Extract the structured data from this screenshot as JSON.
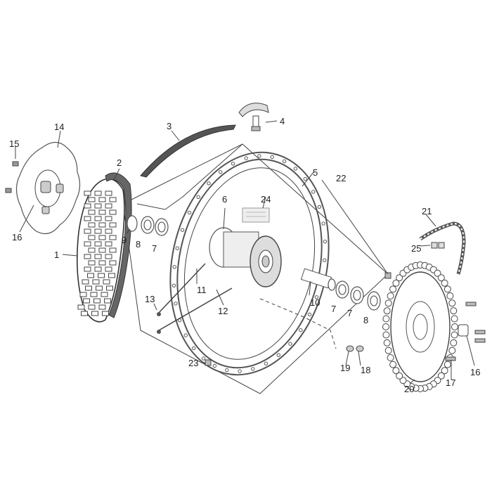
{
  "diagram": {
    "callouts": [
      {
        "id": "c1",
        "text": "1"
      },
      {
        "id": "c2",
        "text": "2"
      },
      {
        "id": "c3",
        "text": "3"
      },
      {
        "id": "c4",
        "text": "4"
      },
      {
        "id": "c5",
        "text": "5"
      },
      {
        "id": "c6",
        "text": "6"
      },
      {
        "id": "c7a",
        "text": "7"
      },
      {
        "id": "c7b",
        "text": "7"
      },
      {
        "id": "c7c",
        "text": "7"
      },
      {
        "id": "c8a",
        "text": "8"
      },
      {
        "id": "c8b",
        "text": "8"
      },
      {
        "id": "c9",
        "text": "9"
      },
      {
        "id": "c10",
        "text": "10"
      },
      {
        "id": "c11",
        "text": "11"
      },
      {
        "id": "c12",
        "text": "12"
      },
      {
        "id": "c13",
        "text": "13"
      },
      {
        "id": "c14",
        "text": "14"
      },
      {
        "id": "c15",
        "text": "15"
      },
      {
        "id": "c16a",
        "text": "16"
      },
      {
        "id": "c16b",
        "text": "16"
      },
      {
        "id": "c17",
        "text": "17"
      },
      {
        "id": "c18",
        "text": "18"
      },
      {
        "id": "c19",
        "text": "19"
      },
      {
        "id": "c20",
        "text": "20"
      },
      {
        "id": "c21",
        "text": "21"
      },
      {
        "id": "c22",
        "text": "22"
      },
      {
        "id": "c23",
        "text": "23"
      },
      {
        "id": "c24",
        "text": "24"
      },
      {
        "id": "c25",
        "text": "25"
      }
    ]
  }
}
